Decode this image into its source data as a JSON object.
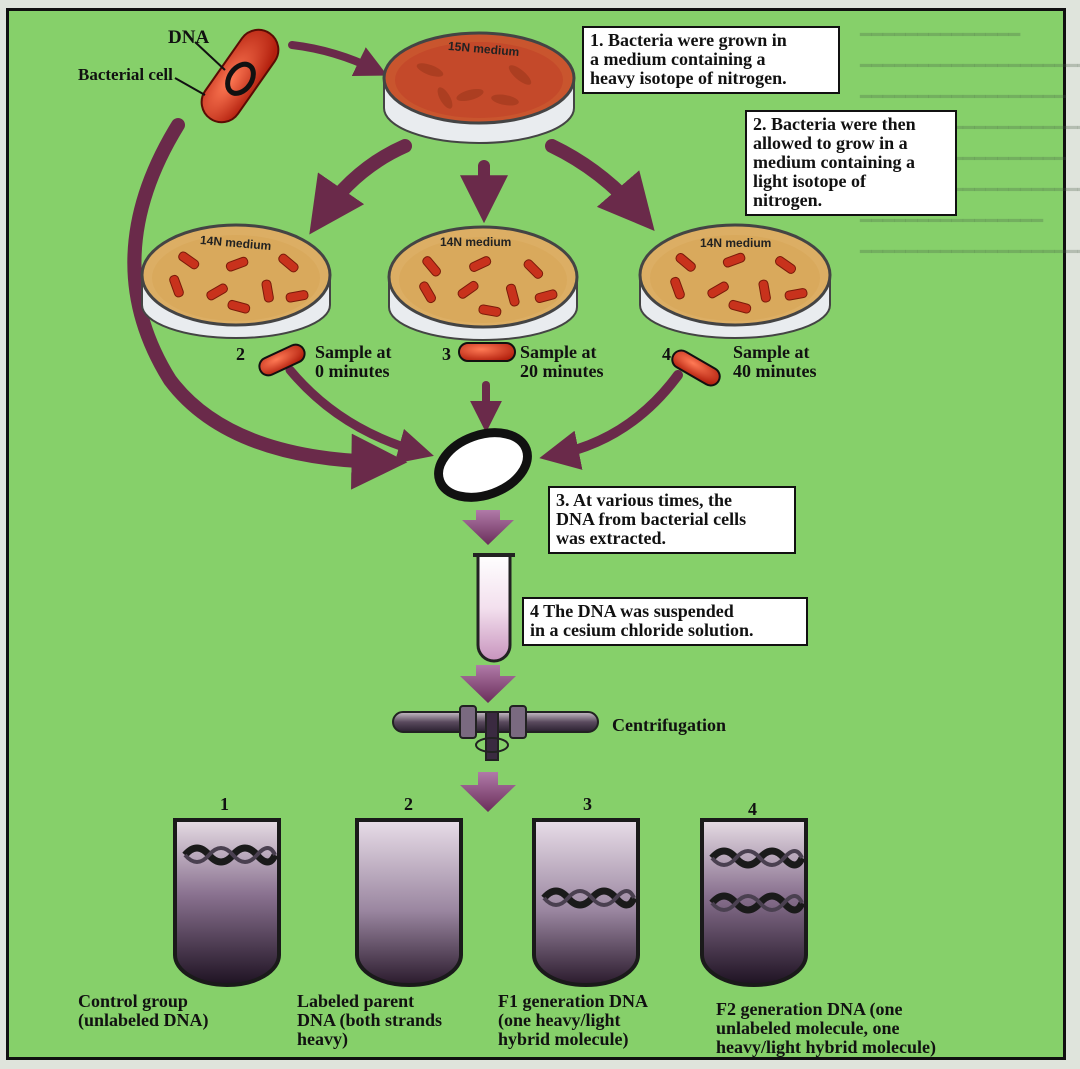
{
  "labels": {
    "dna": "DNA",
    "bacterial_cell": "Bacterial cell",
    "heavy_medium": "15N medium",
    "light_medium": "14N medium",
    "centrifugation": "Centrifugation"
  },
  "steps": [
    {
      "text": "1. Bacteria were grown in\na medium containing a\nheavy isotope of nitrogen."
    },
    {
      "text": "2. Bacteria were then\nallowed to grow in a\nmedium containing a\nlight isotope of\nnitrogen."
    },
    {
      "text": "3. At various times, the\nDNA from bacterial cells\nwas extracted."
    },
    {
      "text": "4 The DNA was suspended\nin a cesium chloride solution."
    }
  ],
  "samples": [
    {
      "number": "2",
      "label": "Sample at\n0 minutes"
    },
    {
      "number": "3",
      "label": "Sample at\n20 minutes"
    },
    {
      "number": "4",
      "label": "Sample at\n40 minutes"
    }
  ],
  "tubes": [
    {
      "number": "1",
      "caption": "Control group\n(unlabeled DNA)"
    },
    {
      "number": "2",
      "caption": "Labeled parent\nDNA (both strands\nheavy)"
    },
    {
      "number": "3",
      "caption": "F1 generation DNA\n(one heavy/light\nhybrid molecule)"
    },
    {
      "number": "4",
      "caption": "F2 generation DNA (one\nunlabeled molecule, one\nheavy/light hybrid molecule)"
    }
  ],
  "colors": {
    "background": "#86d06a",
    "bacteria": "#c8321c",
    "heavy_agar": "#c8552e",
    "light_agar": "#d8a860",
    "arrow": "#7a2a4a",
    "tube_fill": "#3a2535"
  }
}
